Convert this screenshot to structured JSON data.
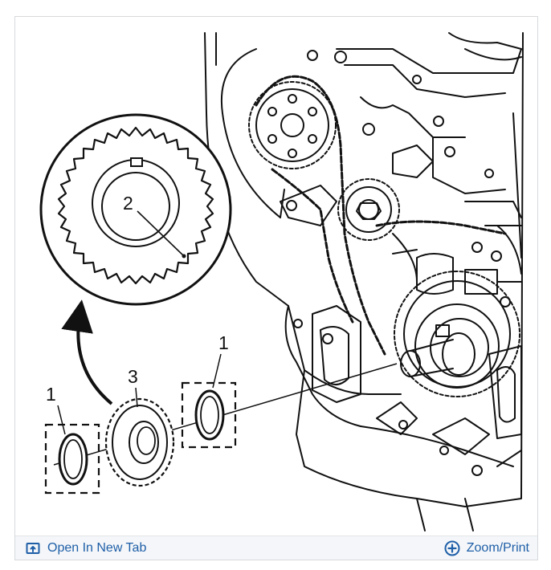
{
  "figure": {
    "callouts": {
      "one_left": "1",
      "one_right": "1",
      "two": "2",
      "three": "3"
    }
  },
  "footer": {
    "open_label": "Open In New Tab",
    "zoom_label": "Zoom/Print",
    "open_icon": "open-in-new-tab-icon",
    "zoom_icon": "zoom-plus-icon",
    "link_color": "#1f5fa8"
  }
}
